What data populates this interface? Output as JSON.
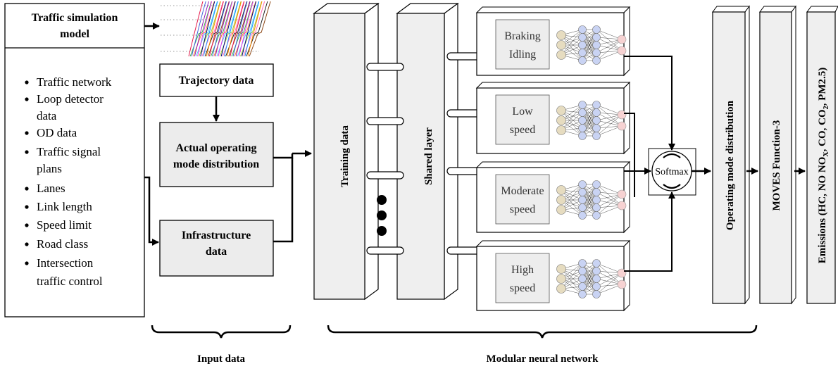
{
  "simulation": {
    "title_line1": "Traffic simulation",
    "title_line2": "model",
    "items": [
      [
        "Traffic network"
      ],
      [
        "Loop detector",
        "data"
      ],
      [
        "OD data"
      ],
      [
        "Traffic signal",
        "plans"
      ],
      [
        "Lanes"
      ],
      [
        "Link length"
      ],
      [
        "Speed limit"
      ],
      [
        "Road class"
      ],
      [
        "Intersection",
        "traffic control"
      ]
    ]
  },
  "trajectory_label": "Trajectory data",
  "operating_mode": {
    "line1": "Actual operating",
    "line2": "mode distribution"
  },
  "infrastructure": {
    "line1": "Infrastructure",
    "line2": "data"
  },
  "training_label": "Training data",
  "shared_label": "Shared layer",
  "modules": [
    {
      "line1": "Braking",
      "line2": "Idling"
    },
    {
      "line1": "Low",
      "line2": "speed"
    },
    {
      "line1": "Moderate",
      "line2": "speed"
    },
    {
      "line1": "High",
      "line2": "speed"
    }
  ],
  "softmax_label": "Softmax",
  "output_operating": "Operating mode distribution",
  "output_moves": "MOVES Function-3",
  "emissions": {
    "prefix": "Emissions (HC, NO NO",
    "sub_x": "X",
    "mid1": ", CO, CO",
    "sub_2": "2",
    "suffix": ", PM2.5)"
  },
  "captions": {
    "input": "Input data",
    "modular": "Modular neural network"
  },
  "colors": {
    "input_fill": "#ececec",
    "module_label_fill": "#ededed",
    "neuron_input": "#e6dcc0",
    "neuron_hidden": "#c9d3f3",
    "neuron_output": "#f6d2d2"
  }
}
